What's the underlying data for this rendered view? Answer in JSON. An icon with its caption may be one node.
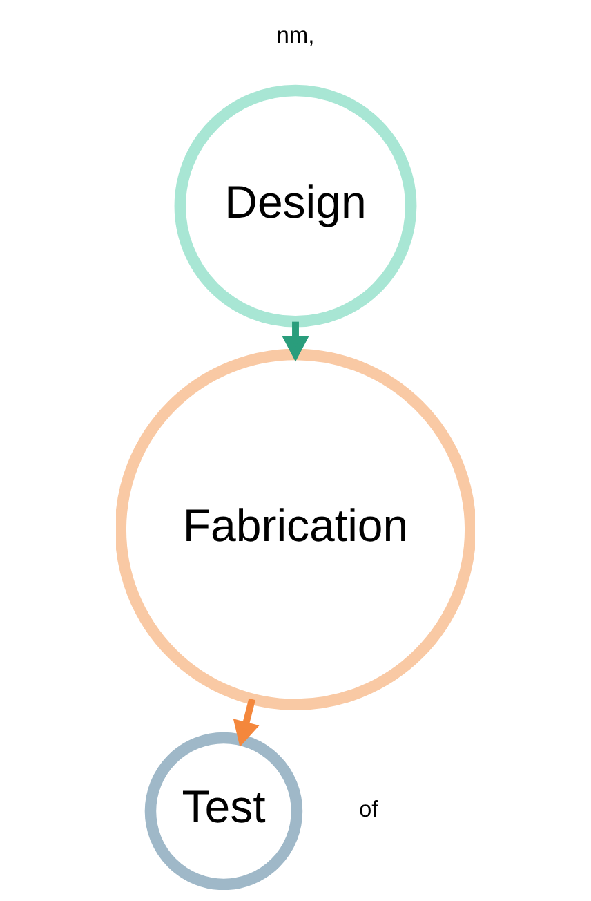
{
  "diagram": {
    "nodes": [
      {
        "text": [
          "Design"
        ]
      },
      {
        "text": [
          "Fabrication"
        ]
      },
      {
        "text": [
          "Test"
        ]
      }
    ],
    "edges": [
      {
        "from": 0,
        "to": 1,
        "arrow": "to",
        "color": "#2a9d7c"
      },
      {
        "from": 1,
        "to": 2,
        "arrow": "to",
        "color": "#f4873c"
      }
    ],
    "labels": [
      "nm,",
      "of"
    ]
  }
}
